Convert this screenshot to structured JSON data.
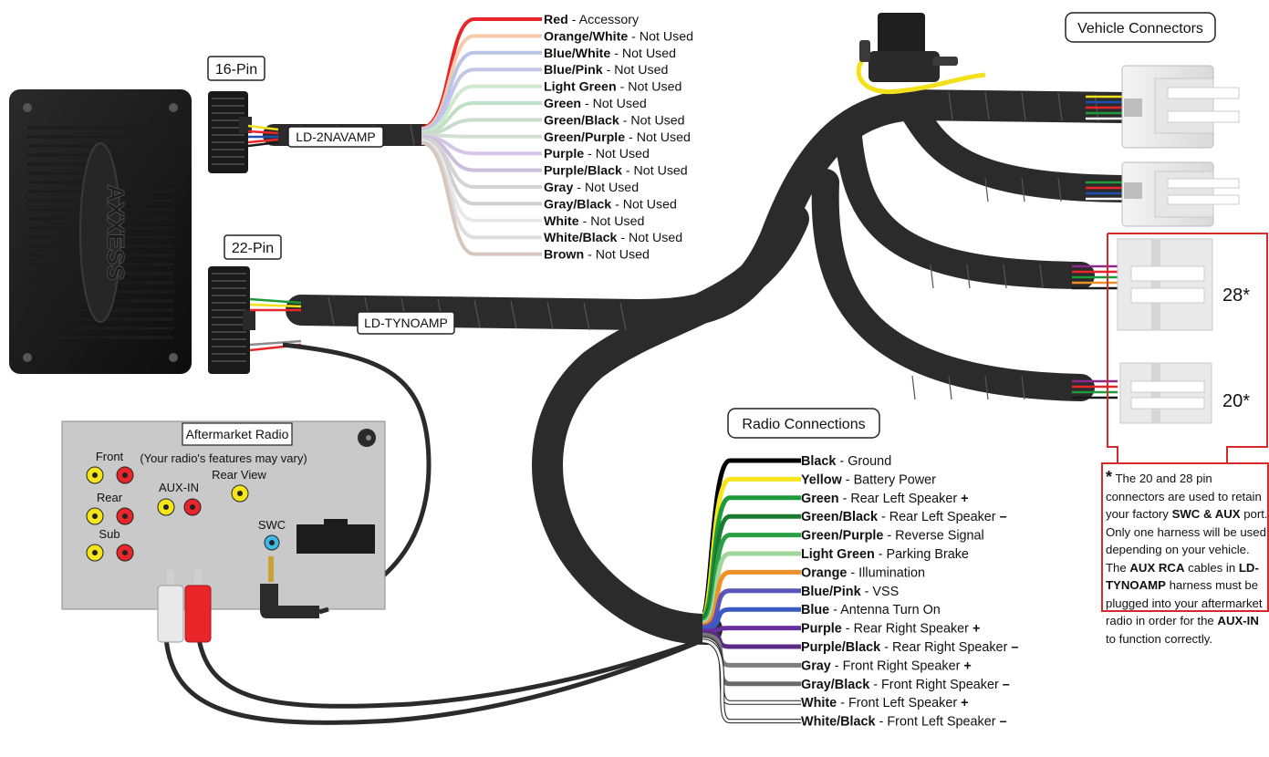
{
  "labels": {
    "pin16": "16-Pin",
    "pin22": "22-Pin",
    "harness_top": "LD-2NAVAMP",
    "harness_main": "LD-TYNOAMP",
    "vehicle_connectors": "Vehicle Connectors",
    "radio_connections": "Radio Connections",
    "pin28": "28*",
    "pin20": "20*",
    "module_logo": "AXXESS"
  },
  "radio_panel": {
    "title": "Aftermarket Radio",
    "subtitle": "(Your radio's features may vary)",
    "front": "Front",
    "rear": "Rear",
    "sub": "Sub",
    "aux_in": "AUX-IN",
    "rear_view": "Rear View",
    "swc": "SWC"
  },
  "top_wires": [
    {
      "name": "Red",
      "desc": " - Accessory",
      "color": "#e8262a"
    },
    {
      "name": "Orange/White",
      "desc": " - Not Used",
      "color": "#f6c9a8"
    },
    {
      "name": "Blue/White",
      "desc": " - Not Used",
      "color": "#b9c4e6"
    },
    {
      "name": "Blue/Pink",
      "desc": " - Not Used",
      "color": "#c5c5e8"
    },
    {
      "name": "Light Green",
      "desc": " - Not Used",
      "color": "#cfe9cf"
    },
    {
      "name": "Green",
      "desc": " - Not Used",
      "color": "#bfe0c4"
    },
    {
      "name": "Green/Black",
      "desc": " - Not Used",
      "color": "#c8dccc"
    },
    {
      "name": "Green/Purple",
      "desc": " - Not Used",
      "color": "#d3dfd3"
    },
    {
      "name": "Purple",
      "desc": " - Not Used",
      "color": "#d6c6ea"
    },
    {
      "name": "Purple/Black",
      "desc": " - Not Used",
      "color": "#cbbfdd"
    },
    {
      "name": "Gray",
      "desc": " - Not Used",
      "color": "#d4d4d4"
    },
    {
      "name": "Gray/Black",
      "desc": " - Not Used",
      "color": "#cfcfcf"
    },
    {
      "name": "White",
      "desc": " - Not Used",
      "color": "#e9e9e9"
    },
    {
      "name": "White/Black",
      "desc": " - Not Used",
      "color": "#dddddd"
    },
    {
      "name": "Brown",
      "desc": " - Not Used",
      "color": "#d7c6bd"
    }
  ],
  "radio_wires": [
    {
      "name": "Black",
      "desc": " - Ground",
      "color": "#000000"
    },
    {
      "name": "Yellow",
      "desc": " - Battery Power",
      "color": "#f5e51a"
    },
    {
      "name": "Green",
      "desc": " - Rear Left Speaker ",
      "sign": "+",
      "color": "#1f9a3a"
    },
    {
      "name": "Green/Black",
      "desc": " - Rear Left Speaker ",
      "sign": "–",
      "color": "#1a7a2f"
    },
    {
      "name": "Green/Purple",
      "desc": " - Reverse Signal",
      "color": "#2aa046"
    },
    {
      "name": "Light Green",
      "desc": " - Parking Brake",
      "color": "#9fd69a"
    },
    {
      "name": "Orange",
      "desc": " - Illumination",
      "color": "#f0902a"
    },
    {
      "name": "Blue/Pink",
      "desc": " - VSS",
      "color": "#5a55b8"
    },
    {
      "name": "Blue",
      "desc": " - Antenna Turn On",
      "color": "#3a5bbf"
    },
    {
      "name": "Purple",
      "desc": " - Rear Right Speaker ",
      "sign": "+",
      "color": "#6a2f9e"
    },
    {
      "name": "Purple/Black",
      "desc": " - Rear Right Speaker ",
      "sign": "–",
      "color": "#5a2a84"
    },
    {
      "name": "Gray",
      "desc": " - Front Right Speaker ",
      "sign": "+",
      "color": "#7d7d7d"
    },
    {
      "name": "Gray/Black",
      "desc": " - Front Right Speaker ",
      "sign": "–",
      "color": "#6a6a6a"
    },
    {
      "name": "White",
      "desc": " - Front Left Speaker ",
      "sign": "+",
      "color": "#ffffff"
    },
    {
      "name": "White/Black",
      "desc": " - Front Left Speaker ",
      "sign": "–",
      "color": "#f2f2f2"
    }
  ],
  "note": {
    "star": "*",
    "p1_a": " The 20 and 28 pin connectors are used to retain your factory ",
    "p1_b": "SWC & AUX",
    "p1_c": " port. Only one harness will be used depending on your vehicle.",
    "p2_a": "The ",
    "p2_b": "AUX RCA",
    "p2_c": " cables in ",
    "p2_d": "LD-TYNOAMP",
    "p2_e": " harness must be plugged into your aftermarket radio in order for the ",
    "p2_f": "AUX-IN",
    "p2_g": " to function correctly."
  },
  "colors": {
    "accent_red": "#d42a2a",
    "harness_black": "#2b2b2b",
    "panel_gray": "#c9c9c9"
  }
}
